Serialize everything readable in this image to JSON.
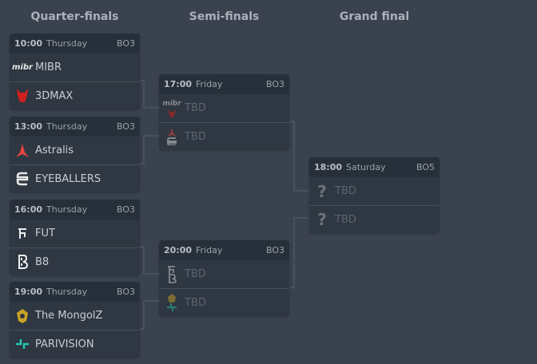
{
  "columns": [
    "Quarter-finals",
    "Semi-finals",
    "Grand final"
  ],
  "quarterfinals": [
    {
      "time": "10:00",
      "day": "Thursday",
      "format": "BO3",
      "teams": [
        {
          "name": "MIBR",
          "logo": "mibr-logo"
        },
        {
          "name": "3DMAX",
          "logo": "3dmax-logo"
        }
      ]
    },
    {
      "time": "13:00",
      "day": "Thursday",
      "format": "BO3",
      "teams": [
        {
          "name": "Astralis",
          "logo": "astralis-logo"
        },
        {
          "name": "EYEBALLERS",
          "logo": "eyeballers-logo"
        }
      ]
    },
    {
      "time": "16:00",
      "day": "Thursday",
      "format": "BO3",
      "teams": [
        {
          "name": "FUT",
          "logo": "fut-logo"
        },
        {
          "name": "B8",
          "logo": "b8-logo"
        }
      ]
    },
    {
      "time": "19:00",
      "day": "Thursday",
      "format": "BO3",
      "teams": [
        {
          "name": "The MongolZ",
          "logo": "mongolz-logo"
        },
        {
          "name": "PARIVISION",
          "logo": "parivision-logo"
        }
      ]
    }
  ],
  "semifinals": [
    {
      "time": "17:00",
      "day": "Friday",
      "format": "BO3",
      "teams": [
        {
          "name": "TBD"
        },
        {
          "name": "TBD"
        }
      ]
    },
    {
      "time": "20:00",
      "day": "Friday",
      "format": "BO3",
      "teams": [
        {
          "name": "TBD"
        },
        {
          "name": "TBD"
        }
      ]
    }
  ],
  "final": {
    "time": "18:00",
    "day": "Saturday",
    "format": "BO5",
    "teams": [
      {
        "name": "TBD"
      },
      {
        "name": "TBD"
      }
    ]
  },
  "mibr_text": "mibr",
  "unknown_glyph": "?",
  "colors": {
    "bg": "#39424e",
    "card": "#2f3742",
    "header": "#27303a",
    "line": "#56606c"
  }
}
